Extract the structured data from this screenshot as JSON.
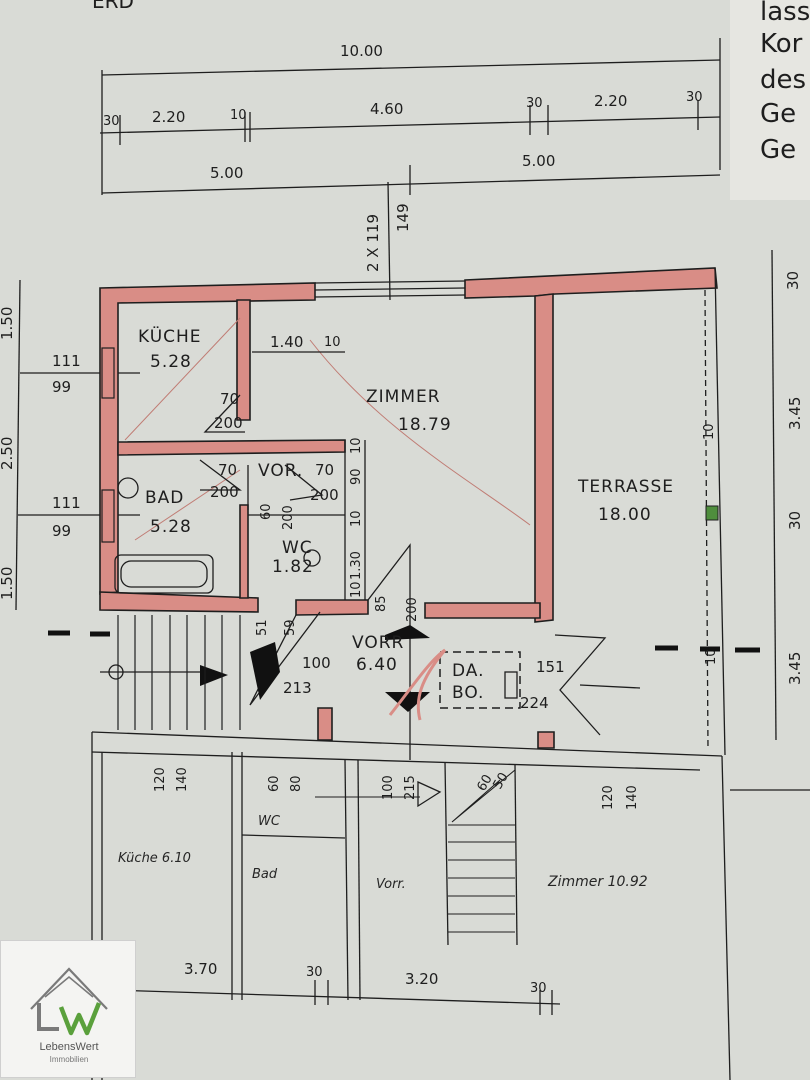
{
  "header_cut": {
    "top_left": "ERD",
    "side_lines": [
      "lass",
      "Kor",
      "des",
      "Ge",
      "Ge"
    ]
  },
  "dimensions_top": {
    "overall": "10.00",
    "segments": [
      "30",
      "2.20",
      "10",
      "4.60",
      "30",
      "2.20",
      "30"
    ],
    "halves": [
      "5.00",
      "5.00"
    ],
    "window_vertical": [
      "2 X 119",
      "149"
    ]
  },
  "dimensions_left": {
    "edge": [
      "1.50",
      "2.50",
      "1.50"
    ],
    "kitchen_window": [
      "111",
      "99"
    ],
    "bath_window": [
      "111",
      "99"
    ]
  },
  "dimensions_right": {
    "edge": [
      "30",
      "3.45",
      "30",
      "3.45"
    ],
    "marks": [
      "10",
      "10"
    ]
  },
  "rooms": {
    "kueche": {
      "name": "KÜCHE",
      "area": "5.28"
    },
    "zimmer": {
      "name": "ZIMMER",
      "area": "18.79"
    },
    "vor": {
      "name": "VOR."
    },
    "bad": {
      "name": "BAD",
      "area": "5.28"
    },
    "wc": {
      "name": "WC",
      "area": "1.82"
    },
    "terrasse": {
      "name": "TERRASSE",
      "area": "18.00"
    },
    "vorr": {
      "name": "VORR",
      "area": "6.40"
    },
    "dabo": {
      "name_line1": "DA.",
      "name_line2": "BO."
    }
  },
  "inner_dims": {
    "zimmer_top": [
      "1.40",
      "10"
    ],
    "door1": [
      "70",
      "200"
    ],
    "door2a": [
      "70",
      "200"
    ],
    "door2b": [
      "70",
      "200"
    ],
    "wc_side": [
      "60",
      "200"
    ],
    "right_col": [
      "10",
      "90",
      "10",
      "1.30",
      "10"
    ],
    "vorr": [
      "85",
      "200",
      "51",
      "59",
      "100",
      "213",
      "151",
      "224"
    ]
  },
  "lower_floor": {
    "rooms": [
      "Küche 6.10",
      "WC",
      "Bad",
      "Vorr.",
      "Zimmer 10.92"
    ],
    "window_dims": [
      "120",
      "140",
      "60",
      "80",
      "100",
      "215",
      "60",
      "50",
      "120",
      "140"
    ]
  },
  "dimensions_bottom": [
    "3.70",
    "30",
    "3.20",
    "30"
  ],
  "logo": {
    "name": "LebensWert",
    "sub": "Immobilien",
    "monogram": "LW"
  }
}
